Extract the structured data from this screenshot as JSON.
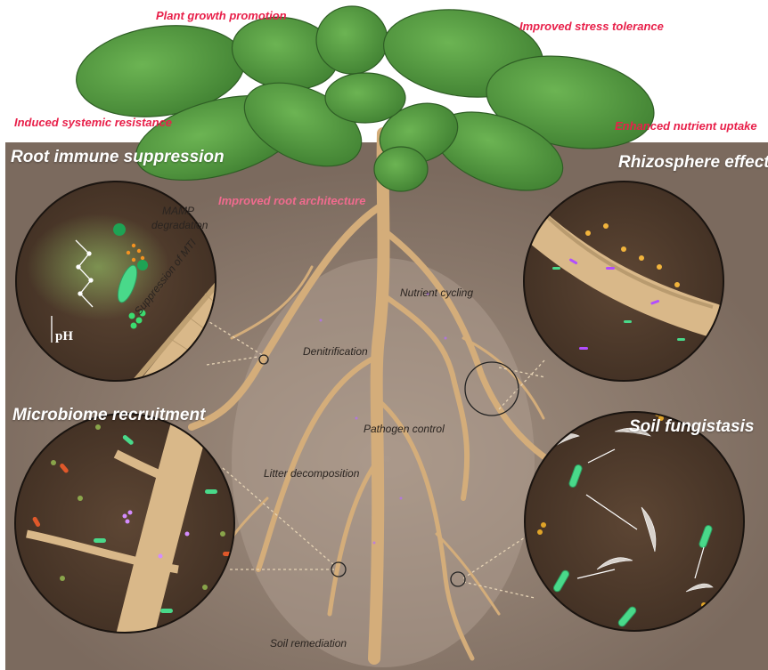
{
  "benefits": {
    "plant_growth": "Plant growth promotion",
    "stress_tolerance": "Improved stress tolerance",
    "systemic_resistance": "Induced systemic resistance",
    "nutrient_uptake": "Enhanced nutrient uptake",
    "root_architecture": "Improved root architecture"
  },
  "sections": {
    "root_immune": "Root immune suppression",
    "rhizosphere": "Rhizosphere effect",
    "recruitment": "Microbiome recruitment",
    "fungistasis": "Soil fungistasis"
  },
  "processes": {
    "nutrient_cycling": "Nutrient cycling",
    "denitrification": "Denitrification",
    "pathogen_control": "Pathogen control",
    "litter_decomposition": "Litter decomposition",
    "soil_remediation": "Soil remediation"
  },
  "inset_labels": {
    "mamp": "MAMP",
    "degradation": "degradation",
    "suppression": "Suppression of MTI",
    "ph": "pH"
  },
  "colors": {
    "soil": "#7b6a5e",
    "benefit_text": "#e8204a",
    "leaf": "#4f9a3e",
    "root": "#d4ad7a",
    "bacteria": "#49d98a"
  }
}
